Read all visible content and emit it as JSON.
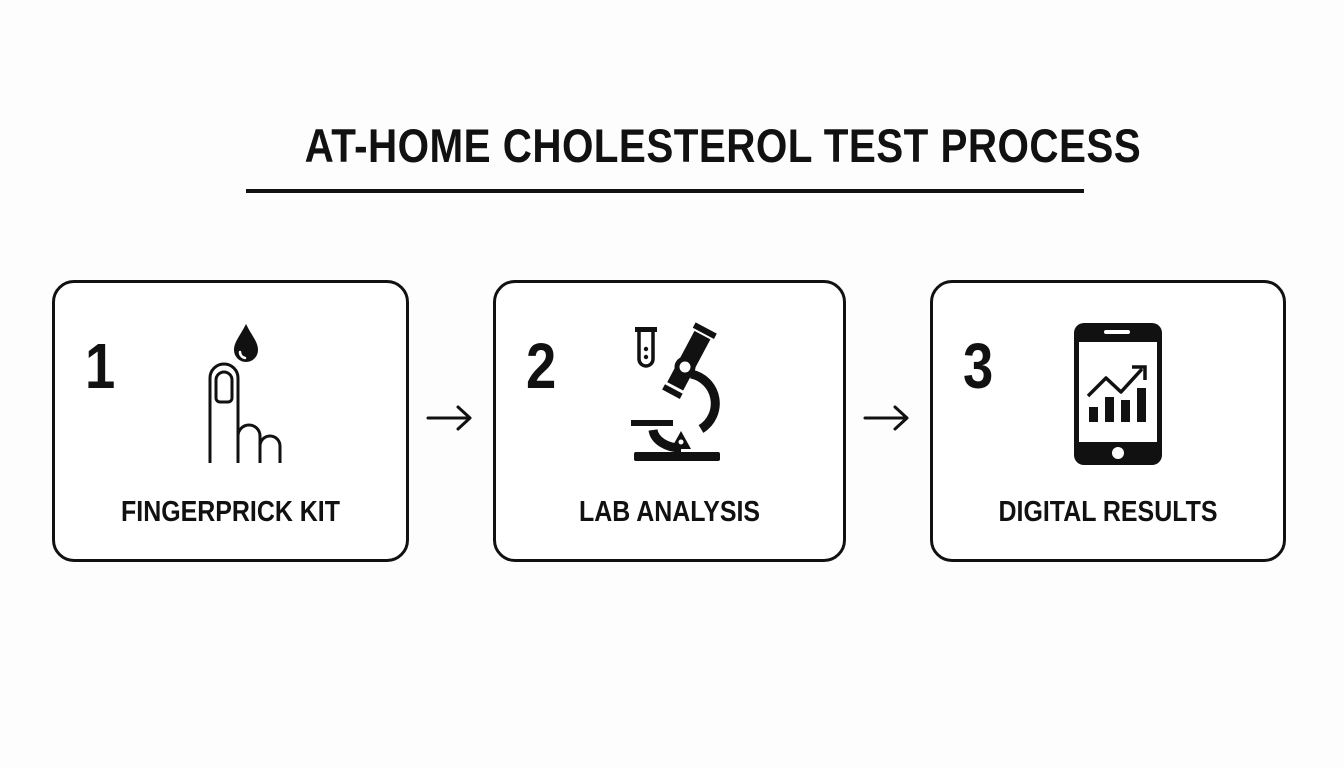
{
  "title": "AT-HOME CHOLESTEROL TEST PROCESS",
  "steps": [
    {
      "number": "1",
      "label": "FINGERPRICK KIT",
      "icon": "finger-blood-drop-icon"
    },
    {
      "number": "2",
      "label": "LAB ANALYSIS",
      "icon": "microscope-test-tube-icon"
    },
    {
      "number": "3",
      "label": "DIGITAL RESULTS",
      "icon": "smartphone-chart-icon"
    }
  ],
  "connectors": [
    "arrow-right-icon",
    "arrow-right-icon"
  ],
  "colors": {
    "ink": "#111111",
    "background": "#fdfdfd"
  }
}
